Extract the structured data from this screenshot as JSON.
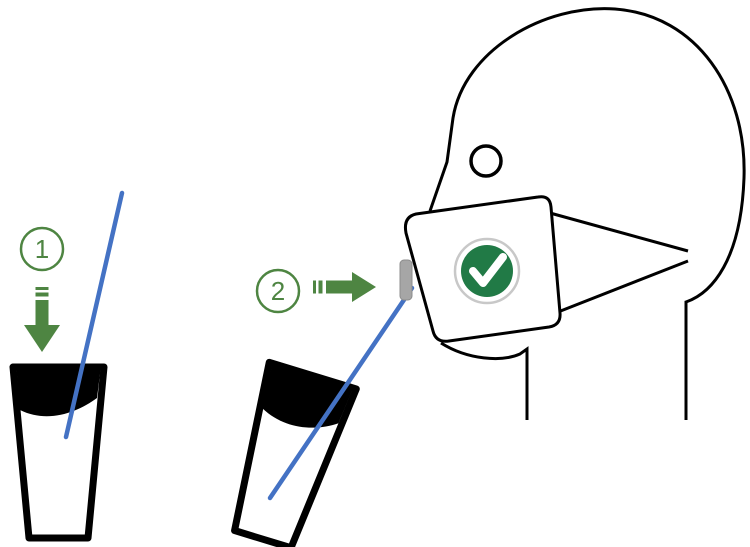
{
  "diagram": {
    "background": "#ffffff",
    "steps": [
      {
        "label": "1",
        "icon": "striped-down-arrow-icon",
        "target": "cup-with-liquid"
      },
      {
        "label": "2",
        "icon": "striped-right-arrow-icon",
        "target": "masked-face-nose"
      }
    ],
    "badge": {
      "icon": "checkmark-icon"
    },
    "objects": {
      "swab": "blue-swab-stick",
      "cup": "specimen-cup",
      "face": "side-profile-head-with-mask",
      "nose_port": "gray-nose-entry-tab"
    },
    "colors": {
      "green": "#4e8542",
      "check_green": "#217a46",
      "blue": "#4472c4",
      "outline": "#000000",
      "gray_tab": "#a6a6a6",
      "ring_gray": "#c8c8c8",
      "background": "#ffffff"
    }
  }
}
